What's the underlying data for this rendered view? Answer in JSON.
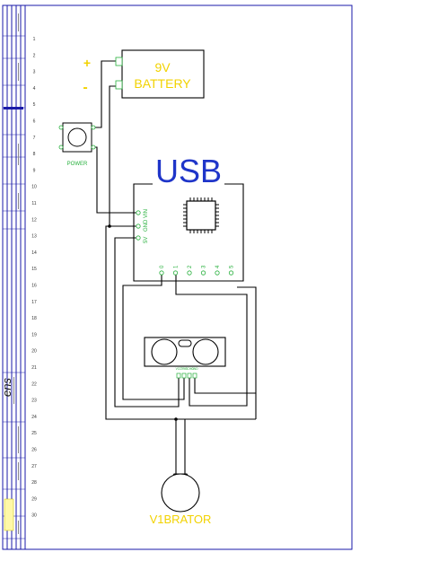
{
  "row_numbers": [
    "1",
    "2",
    "3",
    "4",
    "5",
    "6",
    "7",
    "8",
    "9",
    "10",
    "11",
    "12",
    "13",
    "14",
    "15",
    "16",
    "17",
    "18",
    "19",
    "20",
    "21",
    "22",
    "23",
    "24",
    "25",
    "26",
    "27",
    "28",
    "29",
    "30"
  ],
  "battery": {
    "plus": "+",
    "minus": "-",
    "label_line1": "9V",
    "label_line2": "BATTERY"
  },
  "power_button": {
    "label": "POWER"
  },
  "board": {
    "title": "USB",
    "pins_left": [
      "VIN",
      "GND",
      "5V"
    ],
    "pins_bottom": [
      "0",
      "1",
      "2",
      "3",
      "4",
      "5"
    ]
  },
  "sensor": {
    "pin_labels": [
      "VCC",
      "TRIG",
      "ECHO",
      "GND"
    ]
  },
  "vibrator": {
    "label": "V1BRATOR"
  },
  "title_block": {
    "signature": "ens"
  },
  "colors": {
    "frame": "#1a1aa8",
    "wire": "#000000",
    "label_yellow": "#f2d200",
    "usb_blue": "#1f35c9",
    "pin_green": "#27b03c",
    "sheet_text": "#333333"
  }
}
